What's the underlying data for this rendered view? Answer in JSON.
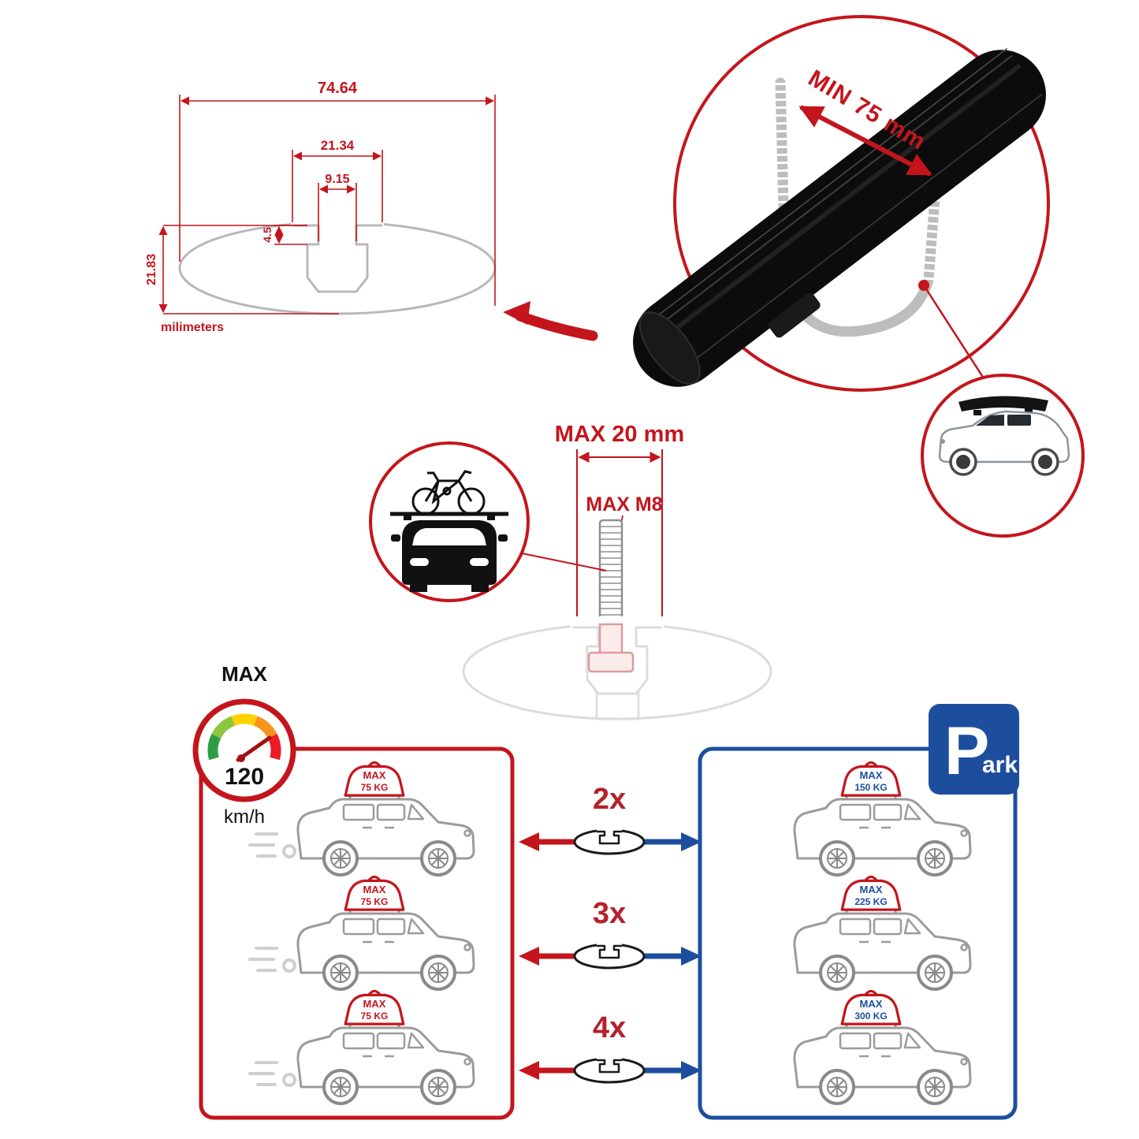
{
  "dimension_drawing": {
    "width_total": "74.64",
    "channel_width": "21.34",
    "slot_width": "9.15",
    "slot_depth": "4.5",
    "height_total": "21.83",
    "unit_label": "milimeters"
  },
  "bar_detail": {
    "min_clearance": "MIN 75 mm"
  },
  "bolt_detail": {
    "max_width": "MAX 20 mm",
    "max_thread": "MAX M8"
  },
  "speed_limit": {
    "label_top": "MAX",
    "value": "120",
    "unit": "km/h"
  },
  "driving_column": {
    "items": [
      {
        "label": "MAX",
        "weight": "75 KG"
      },
      {
        "label": "MAX",
        "weight": "75 KG"
      },
      {
        "label": "MAX",
        "weight": "75 KG"
      }
    ]
  },
  "multipliers": [
    {
      "label": "2x"
    },
    {
      "label": "3x"
    },
    {
      "label": "4x"
    }
  ],
  "parked_column": {
    "items": [
      {
        "label": "MAX",
        "weight": "150 KG"
      },
      {
        "label": "MAX",
        "weight": "225 KG"
      },
      {
        "label": "MAX",
        "weight": "300 KG"
      }
    ]
  },
  "park_sign": {
    "letter": "P",
    "suffix": "ark"
  },
  "colors": {
    "red": "#c4151c",
    "blue": "#1d4e9e",
    "gray": "#b8b8b8",
    "black": "#0c0c0c"
  }
}
